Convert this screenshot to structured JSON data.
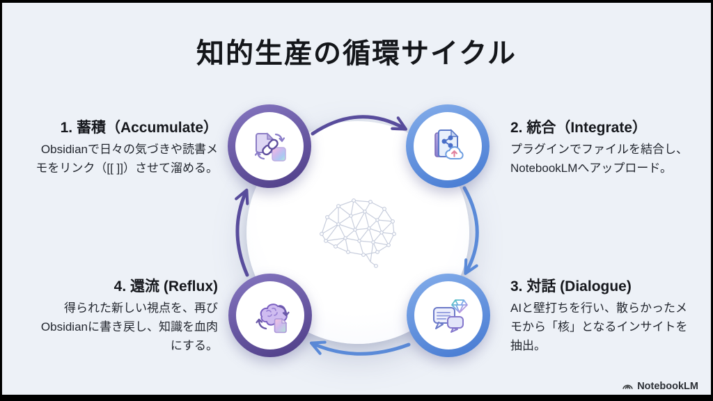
{
  "title": "知的生産の循環サイクル",
  "nodes": [
    {
      "id": "1",
      "heading": "1. 蓄積（Accumulate）",
      "body": "Obsidianで日々の気づきや読書メモをリンク（[[ ]]）させて溜める。",
      "ring_color": "purple",
      "icon": "link-documents-icon",
      "position": "top-left"
    },
    {
      "id": "2",
      "heading": "2. 統合（Integrate）",
      "body": "プラグインでファイルを結合し、NotebookLMへアップロード。",
      "ring_color": "blue",
      "icon": "file-graph-cloud-upload-icon",
      "position": "top-right"
    },
    {
      "id": "3",
      "heading": "3. 対話 (Dialogue)",
      "body": "AIと壁打ちを行い、散らかったメモから「核」となるインサイトを抽出。",
      "ring_color": "blue",
      "icon": "chat-diamond-icon",
      "position": "bottom-right"
    },
    {
      "id": "4",
      "heading": "4. 還流 (Reflux)",
      "body": "得られた新しい視点を、再びObsidianに書き戻し、知識を血肉にする。",
      "ring_color": "purple",
      "icon": "brain-document-cycle-icon",
      "position": "bottom-left"
    }
  ],
  "center": {
    "graphic": "network-brain-illustration"
  },
  "arrows": [
    {
      "from": "1",
      "to": "2",
      "color": "#584c9c"
    },
    {
      "from": "2",
      "to": "3",
      "color": "#5a8ad8"
    },
    {
      "from": "3",
      "to": "4",
      "color": "#5a8ad8"
    },
    {
      "from": "4",
      "to": "1",
      "color": "#584c9c"
    }
  ],
  "brand": {
    "name": "NotebookLM"
  },
  "colors": {
    "background": "#edf1f7",
    "frame_border": "#000000",
    "purple": "#584c9c",
    "blue": "#5a8ad8",
    "title_text": "#14161a",
    "body_text": "#22262e"
  }
}
